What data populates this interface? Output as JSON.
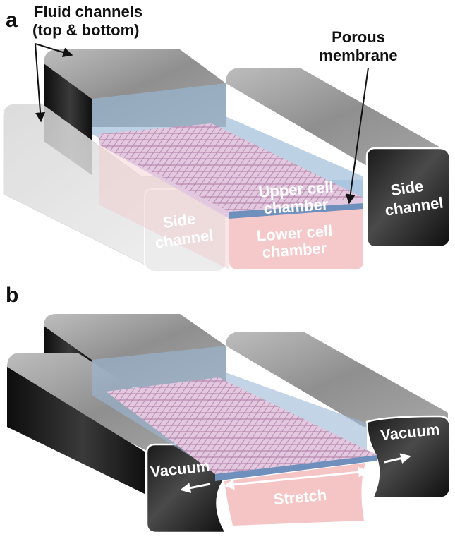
{
  "panel_a": {
    "letter": "a",
    "fluid_channels_line1": "Fluid channels",
    "fluid_channels_line2": "(top & bottom)",
    "porous_line1": "Porous",
    "porous_line2": "membrane",
    "upper_line1": "Upper cell",
    "upper_line2": "chamber",
    "lower_line1": "Lower cell",
    "lower_line2": "chamber",
    "side_left_line1": "Side",
    "side_left_line2": "channel",
    "side_right_line1": "Side",
    "side_right_line2": "channel"
  },
  "panel_b": {
    "letter": "b",
    "vacuum_left": "Vacuum",
    "vacuum_right": "Vacuum",
    "stretch": "Stretch"
  },
  "colors": {
    "upper_chamber": "#9ab8d6",
    "lower_chamber": "#f2b6b8",
    "membrane_grid": "#b27fa8",
    "block_gray": "#8e8e8e",
    "block_dark": "#1c1c1c"
  }
}
